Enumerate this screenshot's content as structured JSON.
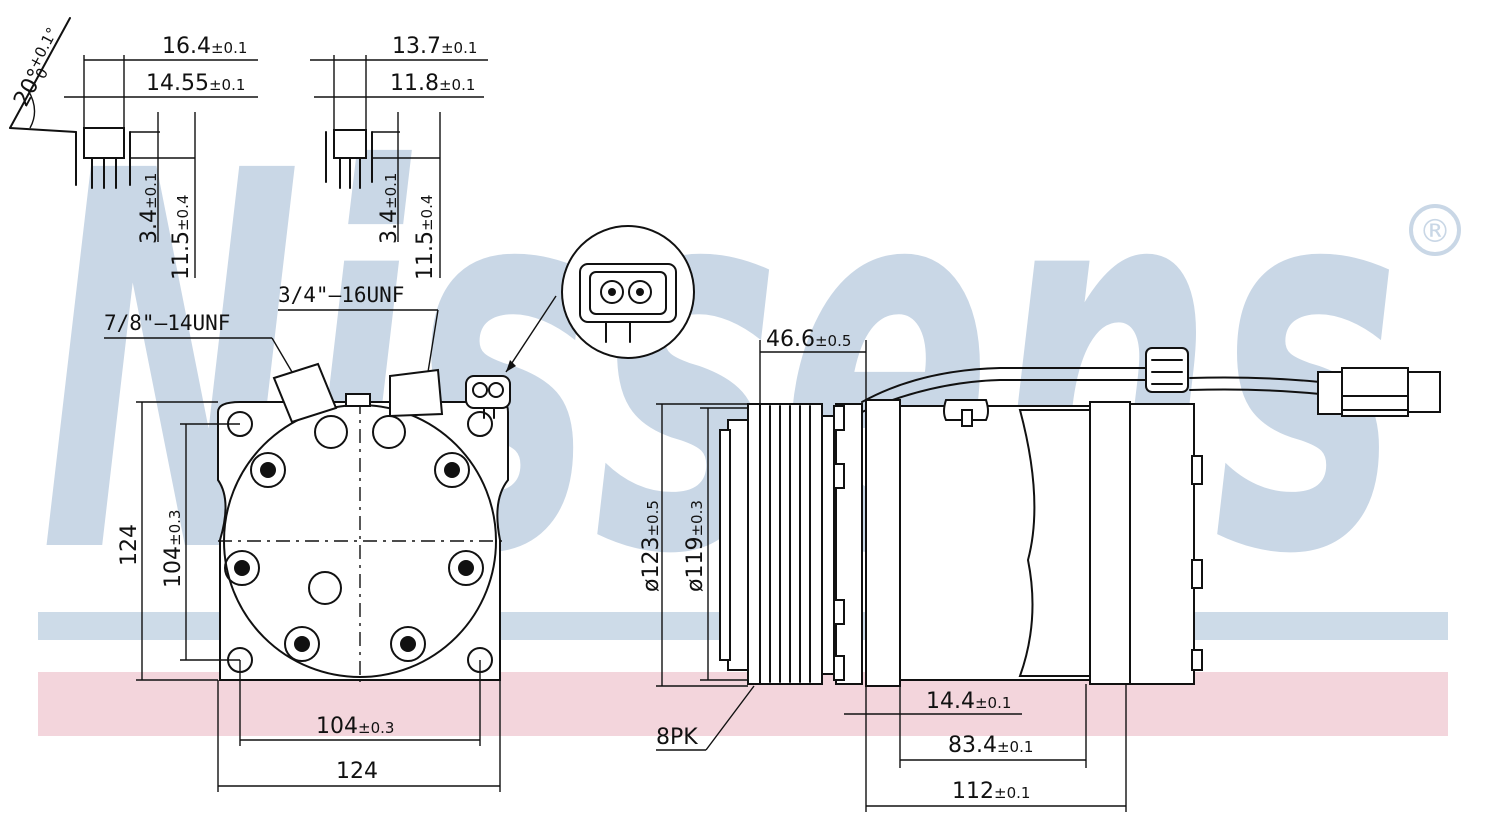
{
  "brand": {
    "name": "Nissens",
    "registered": "®"
  },
  "colors": {
    "watermark": "#c9d7e6",
    "band_blue": "#cddbe8",
    "band_pink": "#f3d5dc",
    "line": "#111111"
  },
  "tolerances": {
    "p01": "±0.1",
    "p03": "±0.3",
    "p04": "±0.4",
    "p05": "±0.5"
  },
  "fitting_left": {
    "angle": {
      "value": "20°",
      "tol": "+0.1°",
      "tol2": "0"
    },
    "width_outer": "16.4",
    "width_inner": "14.55",
    "height_small": "3.4",
    "height_large": "11.5"
  },
  "fitting_right": {
    "width_outer": "13.7",
    "width_inner": "11.8",
    "height_small": "3.4",
    "height_large": "11.5"
  },
  "threads": {
    "left": "7/8\"–14UNF",
    "right": "3/4\"–16UNF"
  },
  "front_view": {
    "height_total": "124",
    "height_holes": "104",
    "width_holes": "104",
    "width_total": "124"
  },
  "side_view": {
    "pulley_width": "46.6",
    "dia_outer": "ø123",
    "dia_inner": "ø119",
    "belt": "8PK",
    "offset": "14.4",
    "length_body": "83.4",
    "length_total": "112"
  }
}
